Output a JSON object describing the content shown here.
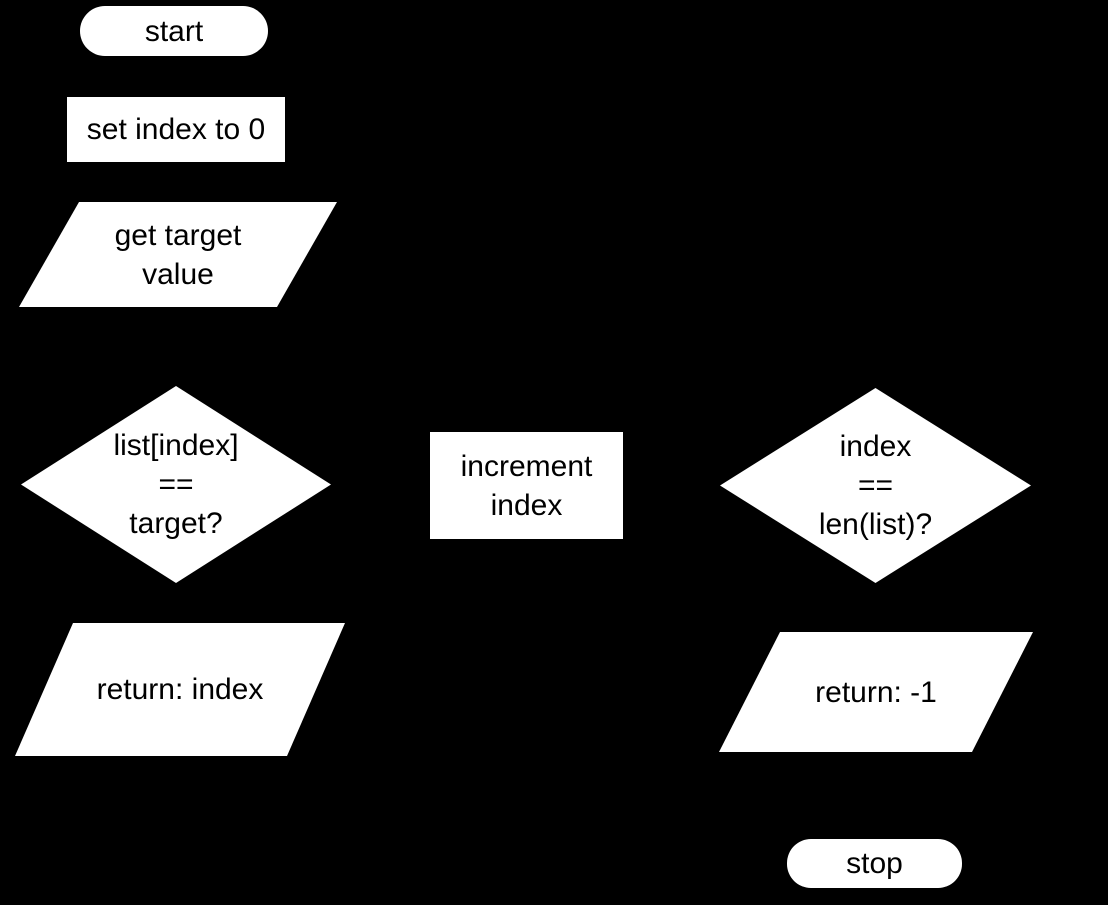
{
  "flowchart": {
    "description": "linear search flowchart",
    "background_color": "#000000",
    "node_fill_color": "#ffffff",
    "node_text_color": "#000000",
    "nodes": {
      "start": {
        "type": "terminator",
        "label": "start"
      },
      "set_index": {
        "type": "process",
        "label": "set index to 0"
      },
      "get_target": {
        "type": "input-output",
        "label": "get target\nvalue"
      },
      "check_match": {
        "type": "decision",
        "label": "list[index]\n==\ntarget?"
      },
      "increment": {
        "type": "process",
        "label": "increment\nindex"
      },
      "check_end": {
        "type": "decision",
        "label": "index\n==\nlen(list)?"
      },
      "return_index": {
        "type": "input-output",
        "label": "return: index"
      },
      "return_neg1": {
        "type": "input-output",
        "label": "return: -1"
      },
      "stop": {
        "type": "terminator",
        "label": "stop"
      }
    }
  }
}
